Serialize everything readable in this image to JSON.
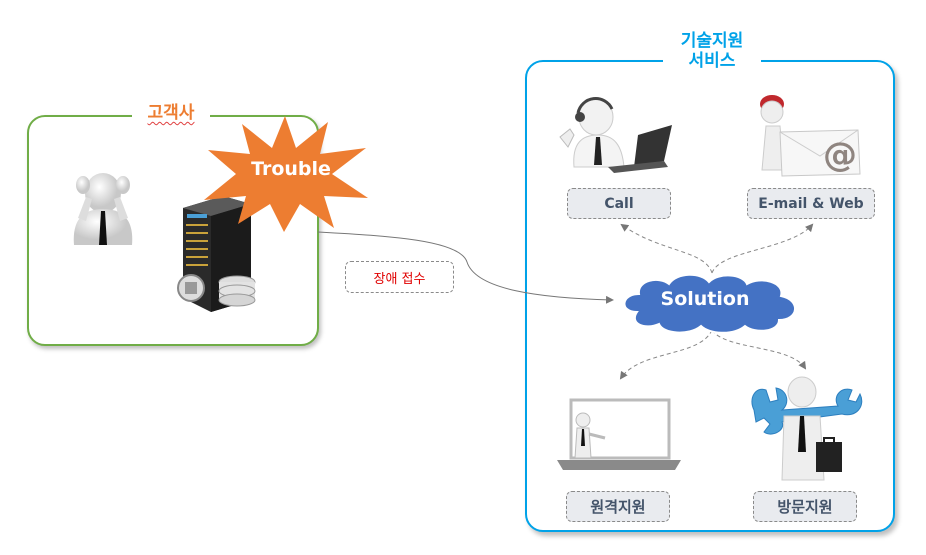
{
  "customer": {
    "title": "고객사",
    "trouble_label": "Trouble"
  },
  "incident": {
    "label": "장애 접수"
  },
  "support": {
    "title_line1": "기술지원",
    "title_line2": "서비스",
    "hub_label": "Solution",
    "channels": [
      {
        "label": "Call"
      },
      {
        "label": "E-mail & Web"
      },
      {
        "label": "원격지원"
      },
      {
        "label": "방문지원"
      }
    ]
  },
  "colors": {
    "customer_border": "#70ad47",
    "customer_title": "#ed7d31",
    "trouble_burst": "#ed7d31",
    "support_border": "#00a2e8",
    "solution_cloud": "#4472c4",
    "incident_text": "#e00000",
    "tag_fill": "#e9ebef",
    "tag_text": "#44546a"
  }
}
